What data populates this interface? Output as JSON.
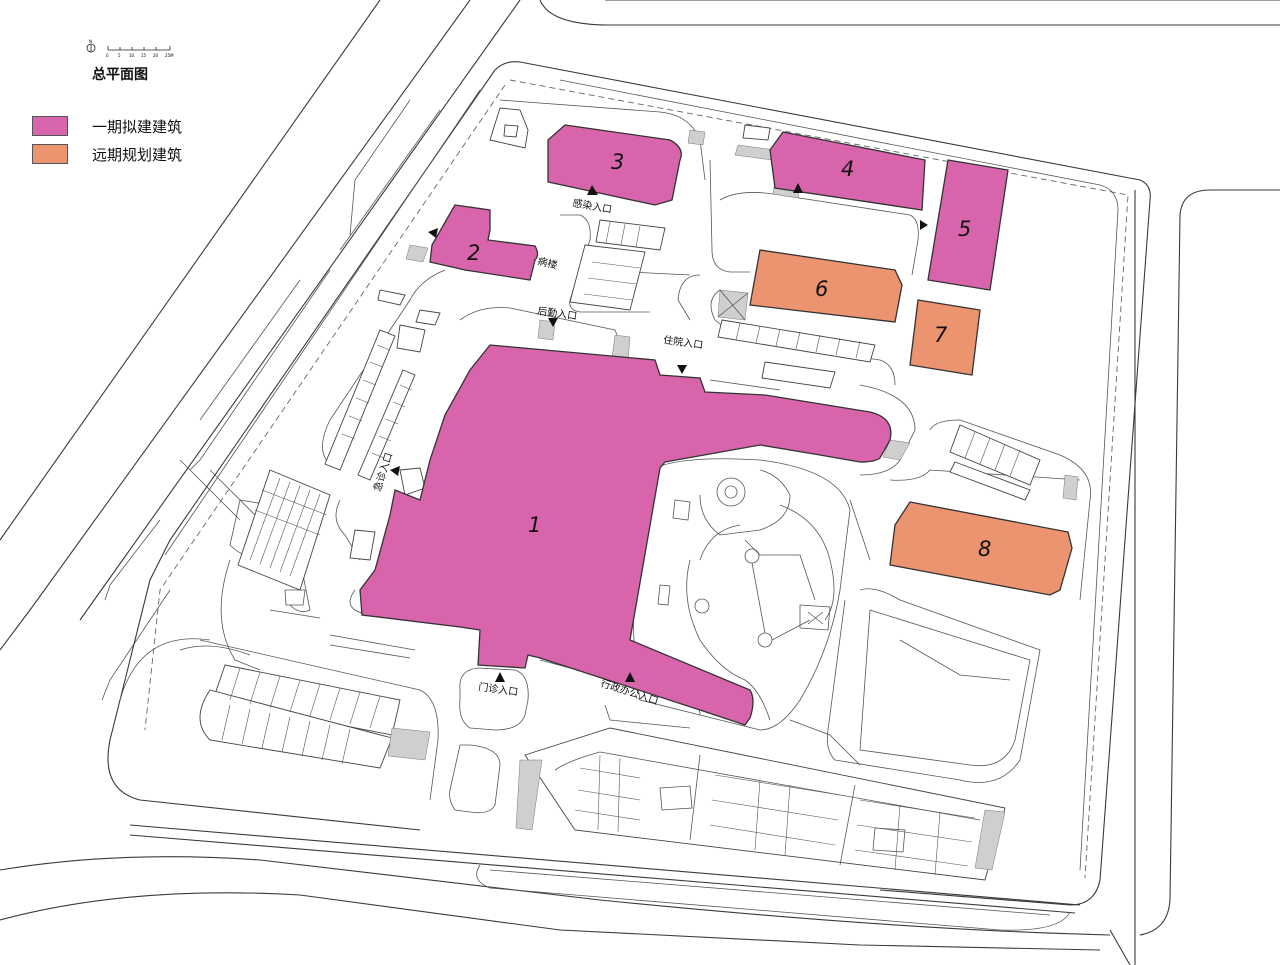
{
  "title": "总平面图",
  "scale_bar": {
    "north_label": "N",
    "ticks": [
      "0",
      "5",
      "10",
      "15",
      "20",
      "25M"
    ]
  },
  "legend": [
    {
      "label": "一期拟建建筑",
      "color": "#d865ac"
    },
    {
      "label": "远期规划建筑",
      "color": "#ec9470"
    }
  ],
  "buildings": [
    {
      "number": "1",
      "phase": "一期拟建建筑"
    },
    {
      "number": "2",
      "phase": "一期拟建建筑"
    },
    {
      "number": "3",
      "phase": "一期拟建建筑"
    },
    {
      "number": "4",
      "phase": "一期拟建建筑"
    },
    {
      "number": "5",
      "phase": "一期拟建建筑"
    },
    {
      "number": "6",
      "phase": "远期规划建筑"
    },
    {
      "number": "7",
      "phase": "远期规划建筑"
    },
    {
      "number": "8",
      "phase": "远期规划建筑"
    }
  ],
  "entrances": {
    "infection": "感染入口",
    "logistics": "后勤入口",
    "inpatient": "住院入口",
    "emergency": "急诊入口",
    "outpatient": "门诊入口",
    "admin": "行政办公入口",
    "ward": "病楼"
  }
}
